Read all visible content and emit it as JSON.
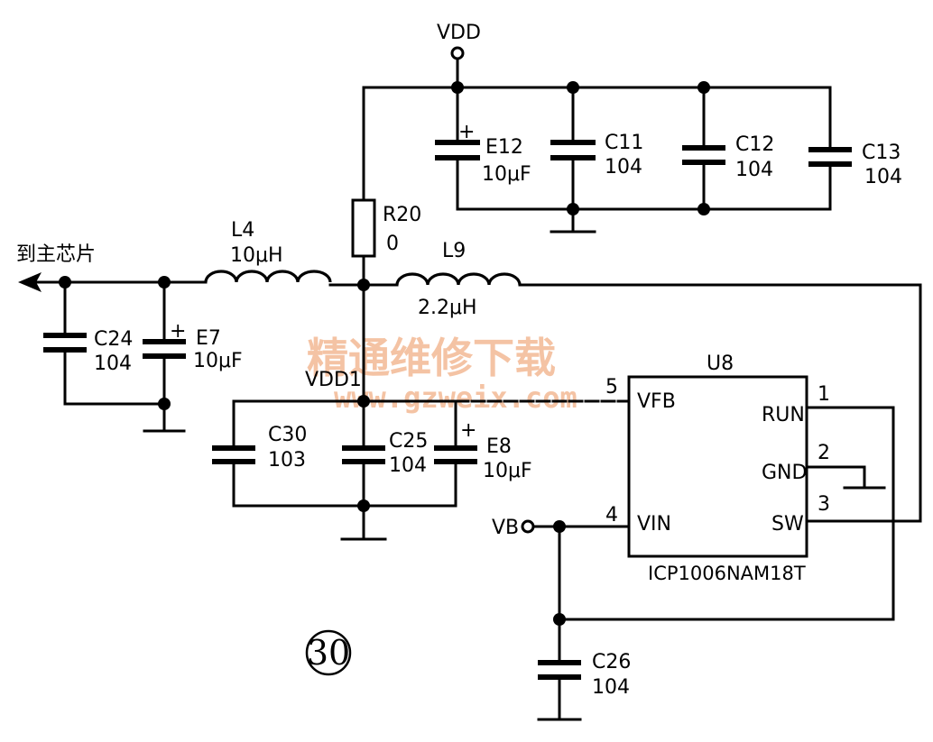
{
  "labels": {
    "vdd": "VDD",
    "vdd1": "VDD1",
    "vb": "VB",
    "to_main_chip": "到主芯片"
  },
  "components": {
    "E12": {
      "ref": "E12",
      "value": "10μF"
    },
    "C11": {
      "ref": "C11",
      "value": "104"
    },
    "C12": {
      "ref": "C12",
      "value": "104"
    },
    "C13": {
      "ref": "C13",
      "value": "104"
    },
    "R20": {
      "ref": "R20",
      "value": "0"
    },
    "L4": {
      "ref": "L4",
      "value": "10μH"
    },
    "L9": {
      "ref": "L9",
      "value": "2.2μH"
    },
    "C24": {
      "ref": "C24",
      "value": "104"
    },
    "E7": {
      "ref": "E7",
      "value": "10μF"
    },
    "C30": {
      "ref": "C30",
      "value": "103"
    },
    "C25": {
      "ref": "C25",
      "value": "104"
    },
    "E8": {
      "ref": "E8",
      "value": "10μF"
    },
    "C26": {
      "ref": "C26",
      "value": "104"
    }
  },
  "ic": {
    "ref": "U8",
    "part": "ICP1006NAM18T",
    "pins": {
      "vfb": {
        "name": "VFB",
        "num": "5"
      },
      "vin": {
        "name": "VIN",
        "num": "4"
      },
      "run": {
        "name": "RUN",
        "num": "1"
      },
      "gnd": {
        "name": "GND",
        "num": "2"
      },
      "sw": {
        "name": "SW",
        "num": "3"
      }
    }
  },
  "polarity_mark": "+",
  "figure_number": "30",
  "watermark": {
    "text": "精通维修下载",
    "url": "www.gzweix.com"
  },
  "colors": {
    "line": "#000000",
    "watermark": "#f3b995",
    "background": "#ffffff"
  }
}
